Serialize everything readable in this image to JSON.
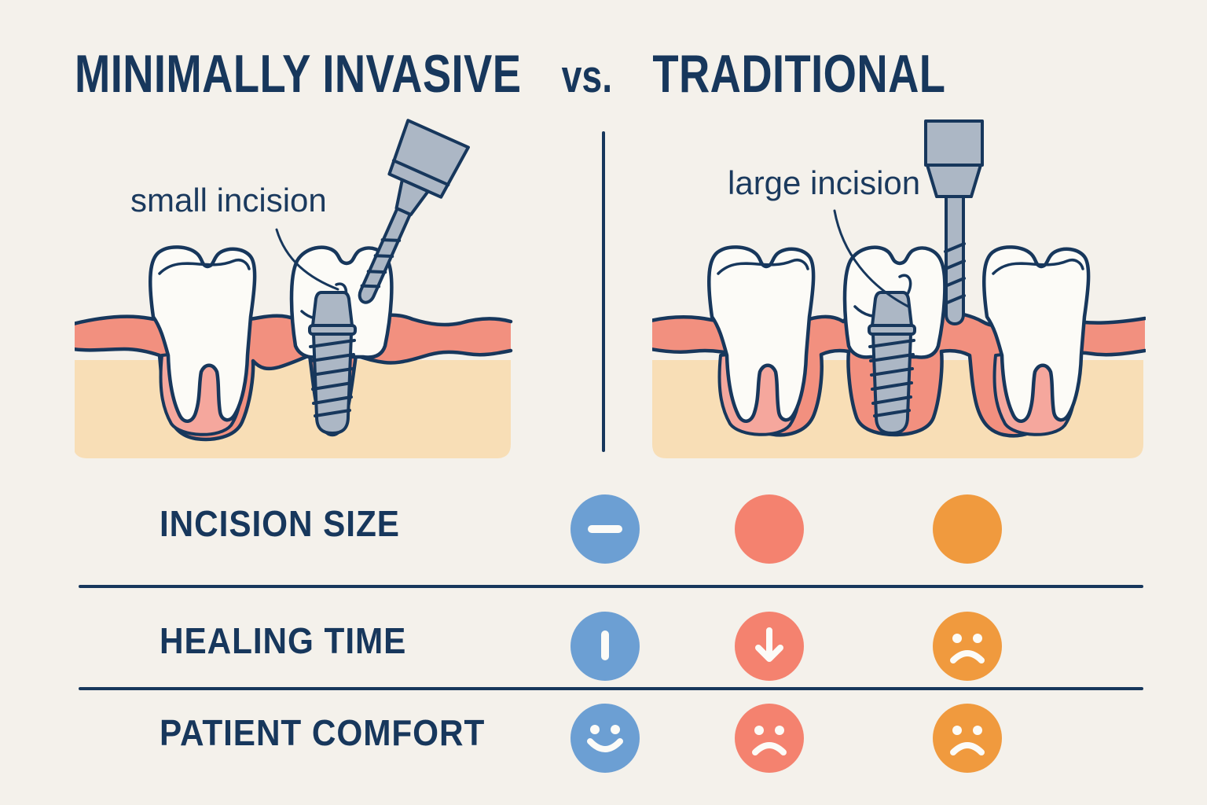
{
  "title": {
    "left": "MINIMALLY INVASIVE",
    "separator": "vs.",
    "right": "TRADITIONAL"
  },
  "panels": {
    "minimally_invasive": {
      "incision_label": "small incision"
    },
    "traditional": {
      "incision_label": "large incision"
    }
  },
  "comparison": {
    "rows": [
      {
        "label": "INCISION SIZE",
        "cells": [
          {
            "color": "blue",
            "icon": "minus"
          },
          {
            "color": "red",
            "icon": "plain"
          },
          {
            "color": "orange",
            "icon": "plain"
          }
        ]
      },
      {
        "label": "HEALING TIME",
        "cells": [
          {
            "color": "blue",
            "icon": "vertical-bar"
          },
          {
            "color": "red",
            "icon": "down-arrow"
          },
          {
            "color": "orange",
            "icon": "sad-face"
          }
        ]
      },
      {
        "label": "PATIENT COMFORT",
        "cells": [
          {
            "color": "blue",
            "icon": "smile-face"
          },
          {
            "color": "red",
            "icon": "sad-face"
          },
          {
            "color": "orange",
            "icon": "sad-face"
          }
        ]
      }
    ]
  },
  "colors": {
    "background": "#F4F1EB",
    "navy": "#17375C",
    "blue": "#6C9FD3",
    "red": "#F4826F",
    "orange": "#F09A3E",
    "gum": "#F2907F",
    "gum_light": "#F5A79D",
    "bone": "#F8DEB6",
    "metal": "#ACB7C5",
    "tooth": "#FCFBF7"
  }
}
